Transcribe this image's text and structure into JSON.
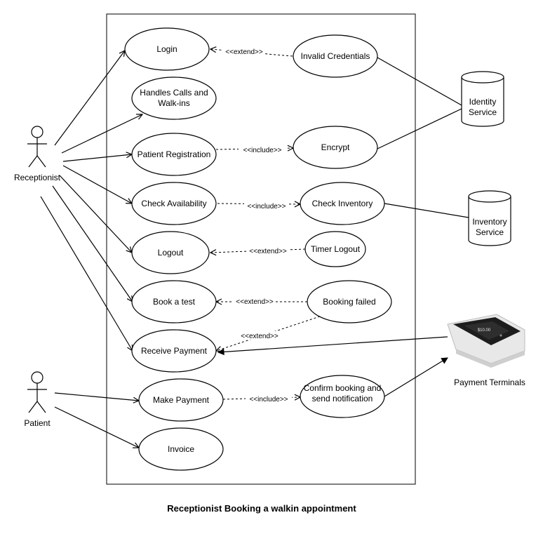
{
  "caption": "Receptionist Booking a walkin appointment",
  "actors": {
    "receptionist": "Receptionist",
    "patient": "Patient"
  },
  "use_cases": {
    "login": [
      "Login"
    ],
    "handles_calls": [
      "Handles Calls and",
      "Walk-ins"
    ],
    "patient_registration": [
      "Patient Registration"
    ],
    "check_availability": [
      "Check Availability"
    ],
    "logout": [
      "Logout"
    ],
    "book_test": [
      "Book a test"
    ],
    "receive_payment": [
      "Receive Payment"
    ],
    "make_payment": [
      "Make Payment"
    ],
    "invoice": [
      "Invoice"
    ],
    "invalid_credentials": [
      "Invalid Credentials"
    ],
    "encrypt": [
      "Encrypt"
    ],
    "check_inventory": [
      "Check Inventory"
    ],
    "timer_logout": [
      "Timer Logout"
    ],
    "booking_failed": [
      "Booking failed"
    ],
    "confirm_booking": [
      "Confirm booking and",
      "send notification"
    ]
  },
  "systems": {
    "identity_service": [
      "Identity",
      "Service"
    ],
    "inventory_service": [
      "Inventory",
      "Service"
    ],
    "payment_terminals": "Payment Terminals"
  },
  "relations": {
    "extend": "<<extend>>",
    "include": "<<include>>"
  },
  "terminal_screen": {
    "readout": "$10.00"
  }
}
